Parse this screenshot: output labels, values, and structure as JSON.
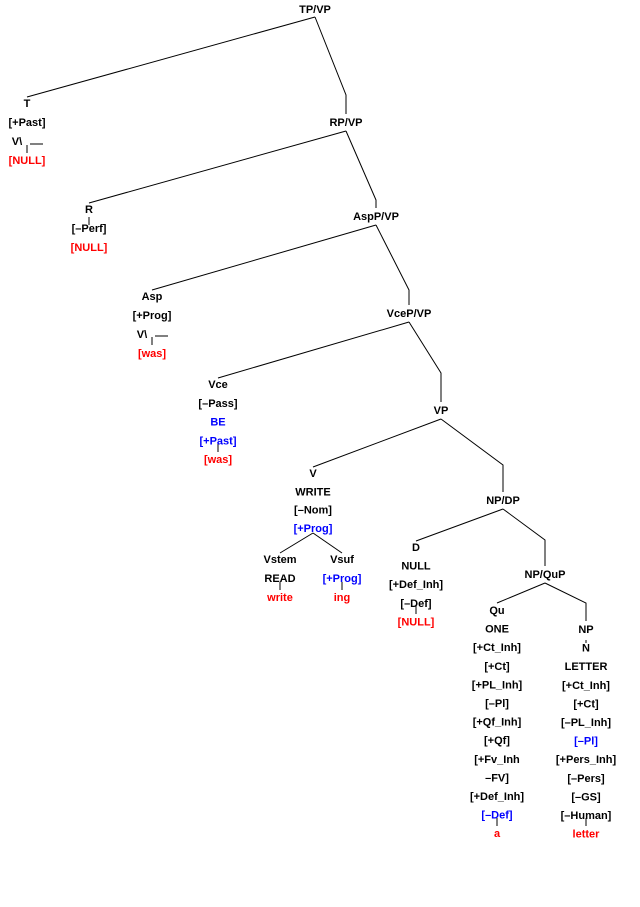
{
  "colors": {
    "black": "#000000",
    "red": "#ff0000",
    "blue": "#0000ff"
  },
  "nodes": {
    "tpvp": [
      {
        "t": "TP/VP",
        "c": "black"
      }
    ],
    "t": [
      {
        "t": "T",
        "c": "black"
      },
      {
        "t": "[+Past]",
        "c": "black"
      },
      {
        "t": "V\\",
        "c": "black"
      },
      {
        "t": "[NULL]",
        "c": "red"
      }
    ],
    "rpvp": [
      {
        "t": "RP/VP",
        "c": "black"
      }
    ],
    "r": [
      {
        "t": "R",
        "c": "black"
      },
      {
        "t": "[–Perf]",
        "c": "black"
      },
      {
        "t": "[NULL]",
        "c": "red"
      }
    ],
    "aspvp": [
      {
        "t": "AspP/VP",
        "c": "black"
      }
    ],
    "asp": [
      {
        "t": "Asp",
        "c": "black"
      },
      {
        "t": "[+Prog]",
        "c": "black"
      },
      {
        "t": "V\\",
        "c": "black"
      },
      {
        "t": "[was]",
        "c": "red"
      }
    ],
    "vcevp": [
      {
        "t": "VceP/VP",
        "c": "black"
      }
    ],
    "vce": [
      {
        "t": "Vce",
        "c": "black"
      },
      {
        "t": "[–Pass]",
        "c": "black"
      },
      {
        "t": "BE",
        "c": "blue"
      },
      {
        "t": "[+Past]",
        "c": "blue"
      },
      {
        "t": "[was]",
        "c": "red"
      }
    ],
    "vp": [
      {
        "t": "VP",
        "c": "black"
      }
    ],
    "v": [
      {
        "t": "V",
        "c": "black"
      },
      {
        "t": "WRITE",
        "c": "black"
      },
      {
        "t": "[–Nom]",
        "c": "black"
      },
      {
        "t": "[+Prog]",
        "c": "blue"
      }
    ],
    "vstem": [
      {
        "t": "Vstem",
        "c": "black"
      },
      {
        "t": "READ",
        "c": "black"
      },
      {
        "t": "write",
        "c": "red"
      }
    ],
    "vsuf": [
      {
        "t": "Vsuf",
        "c": "black"
      },
      {
        "t": "[+Prog]",
        "c": "blue"
      },
      {
        "t": "ing",
        "c": "red"
      }
    ],
    "npdp": [
      {
        "t": "NP/DP",
        "c": "black"
      }
    ],
    "d": [
      {
        "t": "D",
        "c": "black"
      },
      {
        "t": "NULL",
        "c": "black"
      },
      {
        "t": "[+Def_Inh]",
        "c": "black"
      },
      {
        "t": "[–Def]",
        "c": "black"
      },
      {
        "t": "[NULL]",
        "c": "red"
      }
    ],
    "npqup": [
      {
        "t": "NP/QuP",
        "c": "black"
      }
    ],
    "qu": [
      {
        "t": "Qu",
        "c": "black"
      },
      {
        "t": "ONE",
        "c": "black"
      },
      {
        "t": "[+Ct_Inh]",
        "c": "black"
      },
      {
        "t": "[+Ct]",
        "c": "black"
      },
      {
        "t": "[+PL_Inh]",
        "c": "black"
      },
      {
        "t": "[–Pl]",
        "c": "black"
      },
      {
        "t": "[+Qf_Inh]",
        "c": "black"
      },
      {
        "t": "[+Qf]",
        "c": "black"
      },
      {
        "t": "[+Fv_Inh",
        "c": "black"
      },
      {
        "t": "–FV]",
        "c": "black"
      },
      {
        "t": "[+Def_Inh]",
        "c": "black"
      },
      {
        "t": "[–Def]",
        "c": "blue"
      },
      {
        "t": "a",
        "c": "red"
      }
    ],
    "np": [
      {
        "t": "NP",
        "c": "black"
      },
      {
        "t": "N",
        "c": "black"
      },
      {
        "t": "LETTER",
        "c": "black"
      },
      {
        "t": "[+Ct_Inh]",
        "c": "black"
      },
      {
        "t": "[+Ct]",
        "c": "black"
      },
      {
        "t": "[–PL_Inh]",
        "c": "black"
      },
      {
        "t": "[–Pl]",
        "c": "blue"
      },
      {
        "t": "[+Pers_Inh]",
        "c": "black"
      },
      {
        "t": "[–Pers]",
        "c": "black"
      },
      {
        "t": "[–GS]",
        "c": "black"
      },
      {
        "t": "[–Human]",
        "c": "black"
      },
      {
        "t": "letter",
        "c": "red"
      }
    ]
  }
}
